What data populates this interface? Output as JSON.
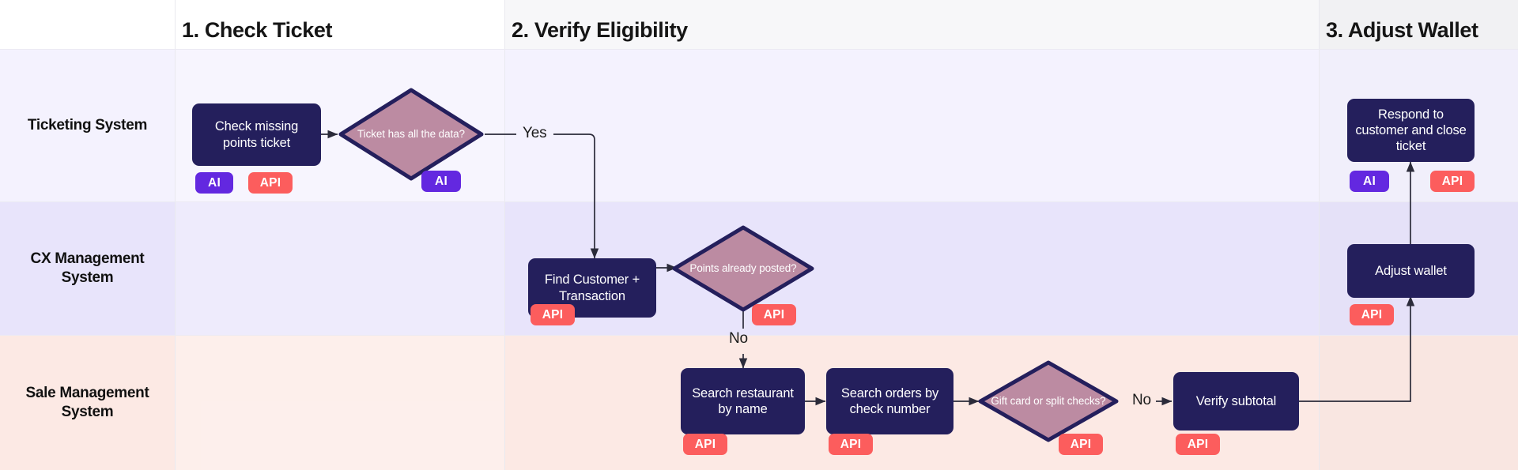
{
  "diagram": {
    "title_hidden": "",
    "columns": [
      {
        "id": "col1",
        "label": "1. Check Ticket"
      },
      {
        "id": "col2",
        "label": "2. Verify Eligibility"
      },
      {
        "id": "col3",
        "label": "3. Adjust Wallet"
      }
    ],
    "lanes": [
      {
        "id": "lane1",
        "label": "Ticketing System",
        "color": "#f4f2fe"
      },
      {
        "id": "lane2",
        "label": "CX Management System",
        "color": "#e8e4fb"
      },
      {
        "id": "lane3",
        "label": "Sale Management System",
        "color": "#fce9e4"
      }
    ],
    "nodes": [
      {
        "id": "n1",
        "type": "process",
        "text": "Check missing points ticket",
        "lane": "lane1",
        "column": "col1"
      },
      {
        "id": "n2",
        "type": "decision",
        "text": "Ticket has all the data?",
        "lane": "lane1",
        "column": "col1"
      },
      {
        "id": "n3",
        "type": "process",
        "text": "Find Customer + Transaction",
        "lane": "lane2",
        "column": "col2"
      },
      {
        "id": "n4",
        "type": "decision",
        "text": "Points already posted?",
        "lane": "lane2",
        "column": "col2"
      },
      {
        "id": "n5",
        "type": "process",
        "text": "Search restaurant by name",
        "lane": "lane3",
        "column": "col2"
      },
      {
        "id": "n6",
        "type": "process",
        "text": "Search orders by check number",
        "lane": "lane3",
        "column": "col2"
      },
      {
        "id": "n7",
        "type": "decision",
        "text": "Gift card or split checks?",
        "lane": "lane3",
        "column": "col2"
      },
      {
        "id": "n8",
        "type": "process",
        "text": "Verify subtotal",
        "lane": "lane3",
        "column": "col2"
      },
      {
        "id": "n9",
        "type": "process",
        "text": "Adjust wallet",
        "lane": "lane2",
        "column": "col3"
      },
      {
        "id": "n10",
        "type": "process",
        "text": "Respond to customer and close ticket",
        "lane": "lane1",
        "column": "col3"
      }
    ],
    "tags": [
      {
        "id": "t1",
        "node": "n1",
        "label": "AI",
        "kind": "ai"
      },
      {
        "id": "t2",
        "node": "n1",
        "label": "API",
        "kind": "api"
      },
      {
        "id": "t3",
        "node": "n2",
        "label": "AI",
        "kind": "ai"
      },
      {
        "id": "t4",
        "node": "n3",
        "label": "API",
        "kind": "api"
      },
      {
        "id": "t5",
        "node": "n4",
        "label": "API",
        "kind": "api"
      },
      {
        "id": "t6",
        "node": "n5",
        "label": "API",
        "kind": "api"
      },
      {
        "id": "t7",
        "node": "n6",
        "label": "API",
        "kind": "api"
      },
      {
        "id": "t8",
        "node": "n7",
        "label": "API",
        "kind": "api"
      },
      {
        "id": "t9",
        "node": "n8",
        "label": "API",
        "kind": "api"
      },
      {
        "id": "t10",
        "node": "n9",
        "label": "API",
        "kind": "api"
      },
      {
        "id": "t11",
        "node": "n10",
        "label": "AI",
        "kind": "ai"
      },
      {
        "id": "t12",
        "node": "n10",
        "label": "API",
        "kind": "api"
      }
    ],
    "edges": [
      {
        "id": "e1",
        "from": "n1",
        "to": "n2",
        "label": ""
      },
      {
        "id": "e2",
        "from": "n2",
        "to": "n3",
        "label": "Yes"
      },
      {
        "id": "e3",
        "from": "n3",
        "to": "n4",
        "label": ""
      },
      {
        "id": "e4",
        "from": "n4",
        "to": "n5",
        "label": "No"
      },
      {
        "id": "e5",
        "from": "n5",
        "to": "n6",
        "label": ""
      },
      {
        "id": "e6",
        "from": "n6",
        "to": "n7",
        "label": ""
      },
      {
        "id": "e7",
        "from": "n7",
        "to": "n8",
        "label": "No"
      },
      {
        "id": "e8",
        "from": "n8",
        "to": "n9",
        "label": ""
      },
      {
        "id": "e9",
        "from": "n9",
        "to": "n10",
        "label": ""
      }
    ],
    "colors": {
      "node_fill": "#241f5c",
      "decision_fill": "#bc8ba2",
      "decision_stroke": "#241f5c",
      "ai_chip": "#6328e0",
      "api_chip": "#fc5d5d",
      "lane_ticketing": "#f4f2fe",
      "lane_cx": "#e8e4fb",
      "lane_sale": "#fce9e4",
      "connector": "#2b2b3a",
      "text_dark": "#151515"
    }
  }
}
